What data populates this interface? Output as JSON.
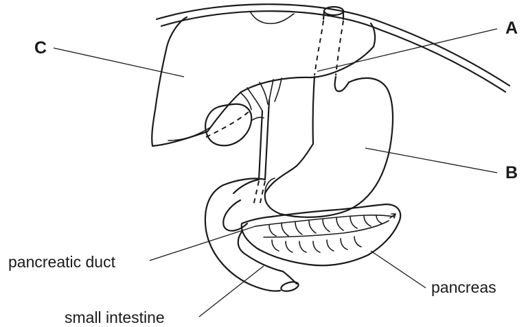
{
  "labels": {
    "a": "A",
    "b": "B",
    "c": "C",
    "pancreatic_duct": "pancreatic duct",
    "pancreas": "pancreas",
    "small_intestine": "small intestine"
  }
}
